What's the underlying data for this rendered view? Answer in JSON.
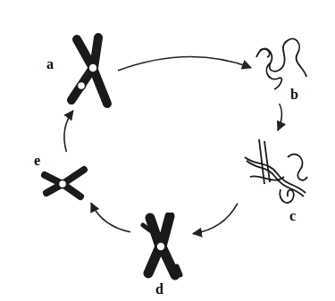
{
  "diagram": {
    "nodes": [
      {
        "text": [
          "a"
        ]
      },
      {
        "text": [
          "b"
        ]
      },
      {
        "text": [
          "c"
        ]
      },
      {
        "text": [
          "d"
        ]
      },
      {
        "text": [
          "e"
        ]
      }
    ],
    "edges": [
      {
        "from": 0,
        "to": 1,
        "arrow": "to"
      },
      {
        "from": 1,
        "to": 2,
        "arrow": "to"
      },
      {
        "from": 2,
        "to": 3,
        "arrow": "to"
      },
      {
        "from": 3,
        "to": 4,
        "arrow": "to"
      },
      {
        "from": 4,
        "to": 0,
        "arrow": "to"
      }
    ]
  }
}
